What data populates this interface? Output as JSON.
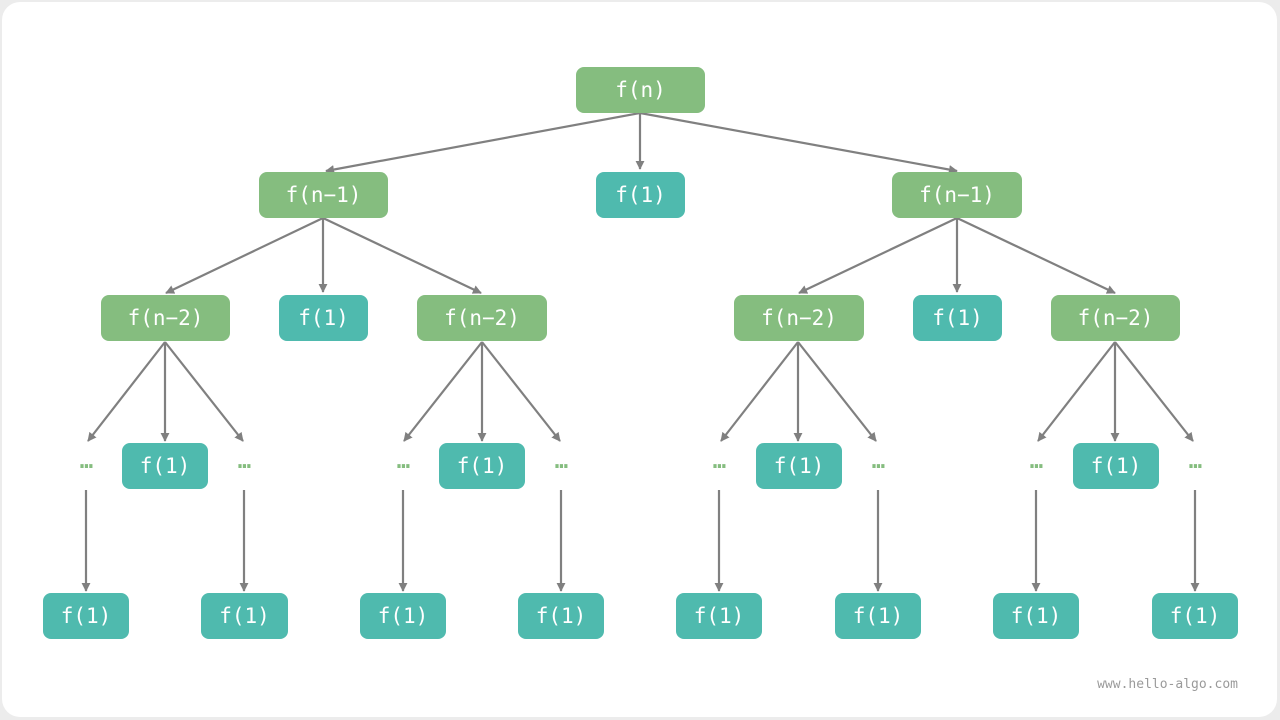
{
  "labels": {
    "root": "f(n)",
    "n_minus_1": "f(n−1)",
    "n_minus_2": "f(n−2)",
    "base": "f(1)",
    "ellipsis": "⋯"
  },
  "watermark": "www.hello-algo.com",
  "colors": {
    "recursive_node": "#85bd7f",
    "base_node": "#4fbaae",
    "edge": "#808080",
    "ellipsis": "#85bd7f"
  }
}
